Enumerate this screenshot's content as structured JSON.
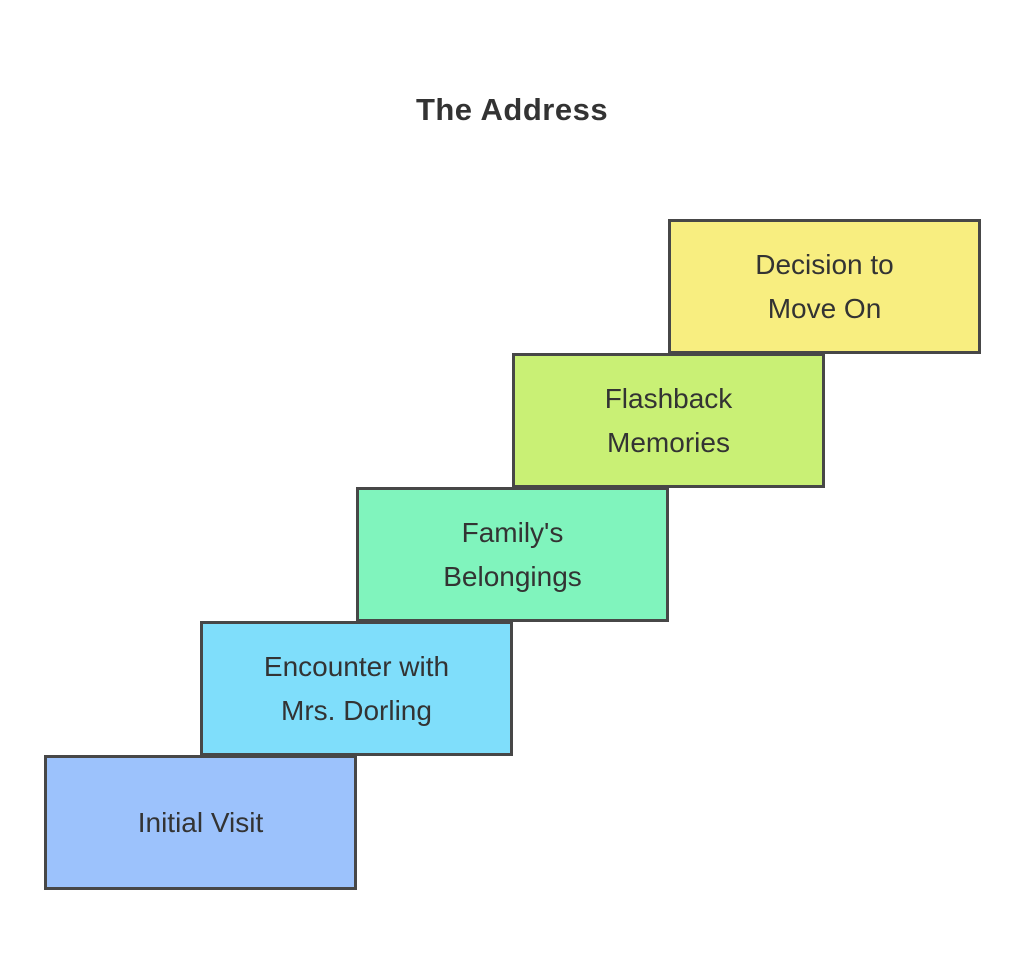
{
  "title": "The Address",
  "diagram": {
    "type": "staircase-flow",
    "border_color": "#474747",
    "text_color": "#333333",
    "background_color": "#ffffff",
    "steps": [
      {
        "order": 1,
        "label": "Initial Visit",
        "color": "#9cc2fc"
      },
      {
        "order": 2,
        "label": "Encounter with\nMrs. Dorling",
        "color": "#7fdefb"
      },
      {
        "order": 3,
        "label": "Family's\nBelongings",
        "color": "#80f4bd"
      },
      {
        "order": 4,
        "label": "Flashback\nMemories",
        "color": "#c9f075"
      },
      {
        "order": 5,
        "label": "Decision to\nMove On",
        "color": "#f8ee80"
      }
    ]
  }
}
